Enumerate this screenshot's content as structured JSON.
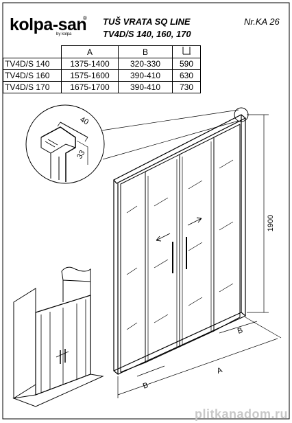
{
  "header": {
    "brand": "kolpa-san",
    "brand_mark": "®",
    "brand_sub": "by kolpa",
    "title_line1": "TUŠ VRATA SQ  LINE",
    "title_line2": "TV4D/S 140, 160, 170",
    "doc_number": "Nr.KA 26"
  },
  "spec_table": {
    "columns": [
      "A",
      "B"
    ],
    "rows": [
      {
        "model": "TV4D/S 140",
        "a": "1375-1400",
        "b": "320-330",
        "h": "590"
      },
      {
        "model": "TV4D/S 160",
        "a": "1575-1600",
        "b": "390-410",
        "h": "630"
      },
      {
        "model": "TV4D/S 170",
        "a": "1675-1700",
        "b": "390-410",
        "h": "730"
      }
    ]
  },
  "drawing": {
    "detail_dim_top": "40",
    "detail_dim_side": "33",
    "height_dim": "1900",
    "dim_a": "A",
    "dim_b_left": "B",
    "dim_b_right": "B"
  },
  "watermark": "plitkanadom.ru"
}
